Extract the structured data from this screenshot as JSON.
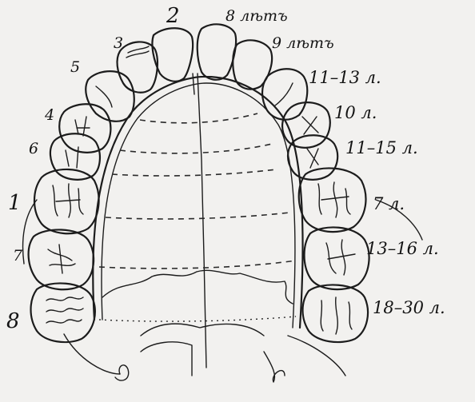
{
  "labels_left": {
    "top_center": "2",
    "l3": "3",
    "l5": "5",
    "l4": "4",
    "l6": "6",
    "l1": "1",
    "l7": "7",
    "l8": "8"
  },
  "labels_right": {
    "r1": "8 лѣтъ",
    "r2": "9 лѣтъ",
    "r3": "11–13 л.",
    "r4": "10 л.",
    "r5": "11–15 л.",
    "r6": "7 л.",
    "r7": "13–16 л.",
    "r8": "18–30 л."
  }
}
